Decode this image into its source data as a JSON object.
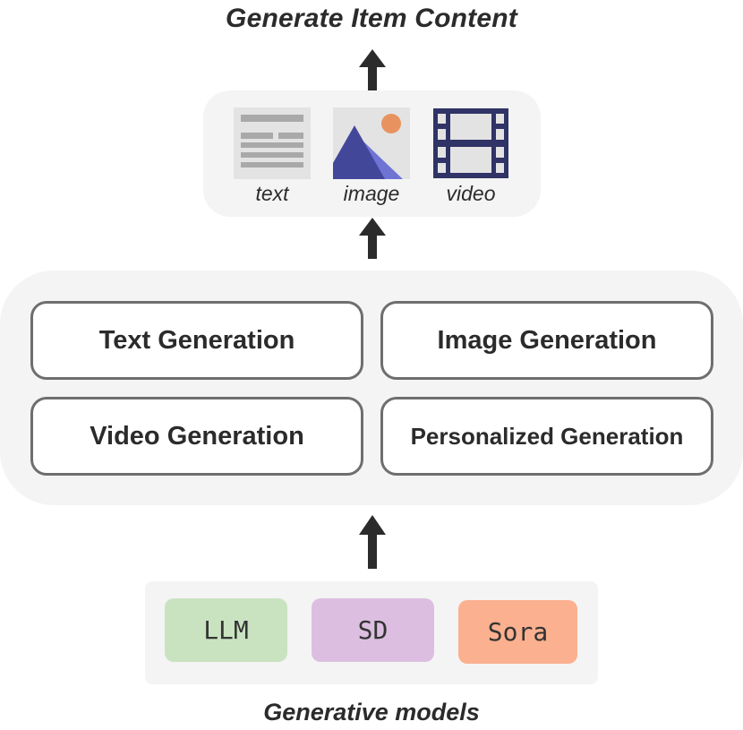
{
  "top_title": "Generate Item Content",
  "bottom_title": "Generative models",
  "media": {
    "items": [
      {
        "label": "text",
        "icon": "text-document-icon"
      },
      {
        "label": "image",
        "icon": "image-mountain-icon"
      },
      {
        "label": "video",
        "icon": "film-strip-icon"
      }
    ]
  },
  "generation": {
    "boxes": [
      {
        "label": "Text Generation"
      },
      {
        "label": "Image Generation"
      },
      {
        "label": "Video Generation"
      },
      {
        "label": "Personalized Generation"
      }
    ]
  },
  "models": {
    "chips": [
      {
        "label": "LLM",
        "color": "#c9e3c1"
      },
      {
        "label": "SD",
        "color": "#dcbfe0"
      },
      {
        "label": "Sora",
        "color": "#fbb08f"
      }
    ]
  },
  "colors": {
    "panel_bg": "#f4f4f4",
    "box_border": "#6e6e6e",
    "arrow": "#2b2b2b",
    "mountain_dark": "#43479a",
    "mountain_light": "#6f74d4",
    "sun": "#e8935f",
    "film": "#2f3366",
    "text_icon": "#a9a9a9"
  }
}
